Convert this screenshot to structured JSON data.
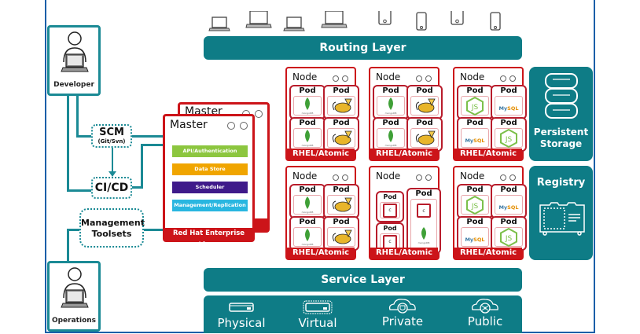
{
  "diagram": {
    "routing_layer": "Routing Layer",
    "service_layer": "Service Layer",
    "clients": [
      {
        "type": "laptop-icon"
      },
      {
        "type": "laptop-icon"
      },
      {
        "type": "laptop-icon"
      },
      {
        "type": "laptop-icon"
      },
      {
        "type": "phone-icon"
      },
      {
        "type": "phone-icon"
      },
      {
        "type": "phone-icon"
      },
      {
        "type": "phone-icon"
      }
    ],
    "left": {
      "developer": "Developer",
      "operations": "Operations",
      "scm_title": "SCM",
      "scm_sub": "(Git/Svn)",
      "cicd": "CI/CD",
      "mgmt_line1": "Management",
      "mgmt_line2": "Toolsets"
    },
    "master": {
      "back_title": "Master",
      "title": "Master",
      "services": [
        {
          "label": "API/Authentication",
          "color": "#8cc63f"
        },
        {
          "label": "Data Store",
          "color": "#f0a500"
        },
        {
          "label": "Scheduler",
          "color": "#3f1a8a"
        },
        {
          "label": "Management/Replication",
          "color": "#29b6e0"
        }
      ],
      "os_label": "Red Hat Enterprise Linux"
    },
    "nodes": [
      {
        "title": "Node",
        "os": "RHEL/Atomic",
        "pods": [
          {
            "label": "Pod",
            "app": "mongodb"
          },
          {
            "label": "Pod",
            "app": "tomcat"
          },
          {
            "label": "Pod",
            "app": "mongodb"
          },
          {
            "label": "Pod",
            "app": "tomcat"
          }
        ]
      },
      {
        "title": "Node",
        "os": "RHEL/Atomic",
        "pods": [
          {
            "label": "Pod",
            "app": "mongodb"
          },
          {
            "label": "Pod",
            "app": "tomcat"
          },
          {
            "label": "Pod",
            "app": "mongodb"
          },
          {
            "label": "Pod",
            "app": "tomcat"
          }
        ]
      },
      {
        "title": "Node",
        "os": "RHEL/Atomic",
        "pods": [
          {
            "label": "Pod",
            "app": "nodejs"
          },
          {
            "label": "Pod",
            "app": "mysql"
          },
          {
            "label": "Pod",
            "app": "mysql"
          },
          {
            "label": "Pod",
            "app": "nodejs"
          }
        ]
      },
      {
        "title": "Node",
        "os": "RHEL/Atomic",
        "pods": [
          {
            "label": "Pod",
            "app": "mongodb"
          },
          {
            "label": "Pod",
            "app": "tomcat"
          },
          {
            "label": "Pod",
            "app": "mongodb"
          },
          {
            "label": "Pod",
            "app": "tomcat"
          }
        ]
      },
      {
        "title": "Node",
        "os": "RHEL/Atomic",
        "pods": [
          {
            "label": "Pod",
            "app": "container",
            "container_label": "c"
          },
          {
            "label": "Pod",
            "app": "container",
            "container_label": "c"
          },
          {
            "label": "Pod",
            "app": "container+mongodb",
            "container_label": "c"
          }
        ]
      },
      {
        "title": "Node",
        "os": "RHEL/Atomic",
        "pods": [
          {
            "label": "Pod",
            "app": "nodejs"
          },
          {
            "label": "Pod",
            "app": "mysql"
          },
          {
            "label": "Pod",
            "app": "mysql"
          },
          {
            "label": "Pod",
            "app": "nodejs"
          }
        ]
      }
    ],
    "app_text": {
      "mongodb": "mongoDB",
      "mysql_a": "My",
      "mysql_b": "SQL",
      "nodejs": "JS"
    },
    "right": {
      "storage_line1": "Persistent",
      "storage_line2": "Storage",
      "registry": "Registry"
    },
    "infrastructure": [
      {
        "label": "Physical",
        "icon": "server-icon"
      },
      {
        "label": "Virtual",
        "icon": "virtual-server-icon"
      },
      {
        "label": "Private",
        "icon": "private-cloud-icon"
      },
      {
        "label": "Public",
        "icon": "public-cloud-icon"
      }
    ],
    "colors": {
      "teal": "#0e7c86",
      "red": "#cc1419",
      "frame_blue": "#1b5fa8"
    }
  }
}
